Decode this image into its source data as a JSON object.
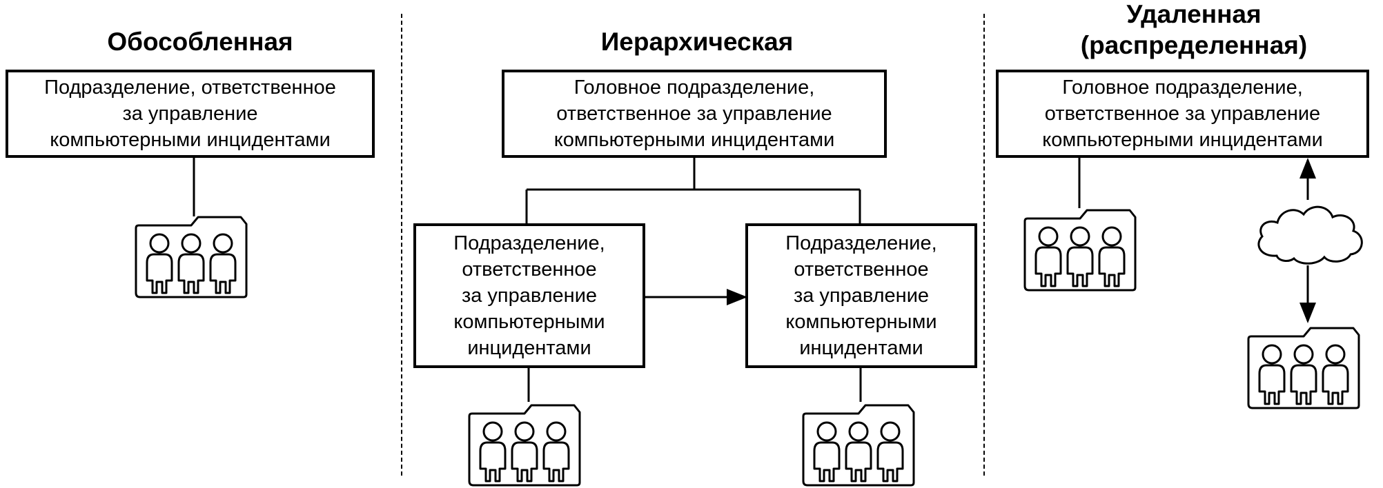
{
  "columns": {
    "isolated": {
      "title": "Обособленная",
      "box_lines": [
        "Подразделение, ответственное",
        "за управление",
        "компьютерными инцидентами"
      ]
    },
    "hierarchical": {
      "title": "Иерархическая",
      "head_box_lines": [
        "Головное подразделение,",
        "ответственное за управление",
        "компьютерными инцидентами"
      ],
      "sub_left_lines": [
        "Подразделение,",
        "ответственное",
        "за управление",
        "компьютерными",
        "инцидентами"
      ],
      "sub_right_lines": [
        "Подразделение,",
        "ответственное",
        "за управление",
        "компьютерными",
        "инцидентами"
      ]
    },
    "remote": {
      "title_lines": [
        "Удаленная",
        "(распределенная)"
      ],
      "box_lines": [
        "Головное подразделение,",
        "ответственное за управление",
        "компьютерными инцидентами"
      ]
    }
  },
  "icons": {
    "team": "team-icon",
    "cloud": "cloud-icon",
    "arrow": "double-arrow-icon"
  }
}
